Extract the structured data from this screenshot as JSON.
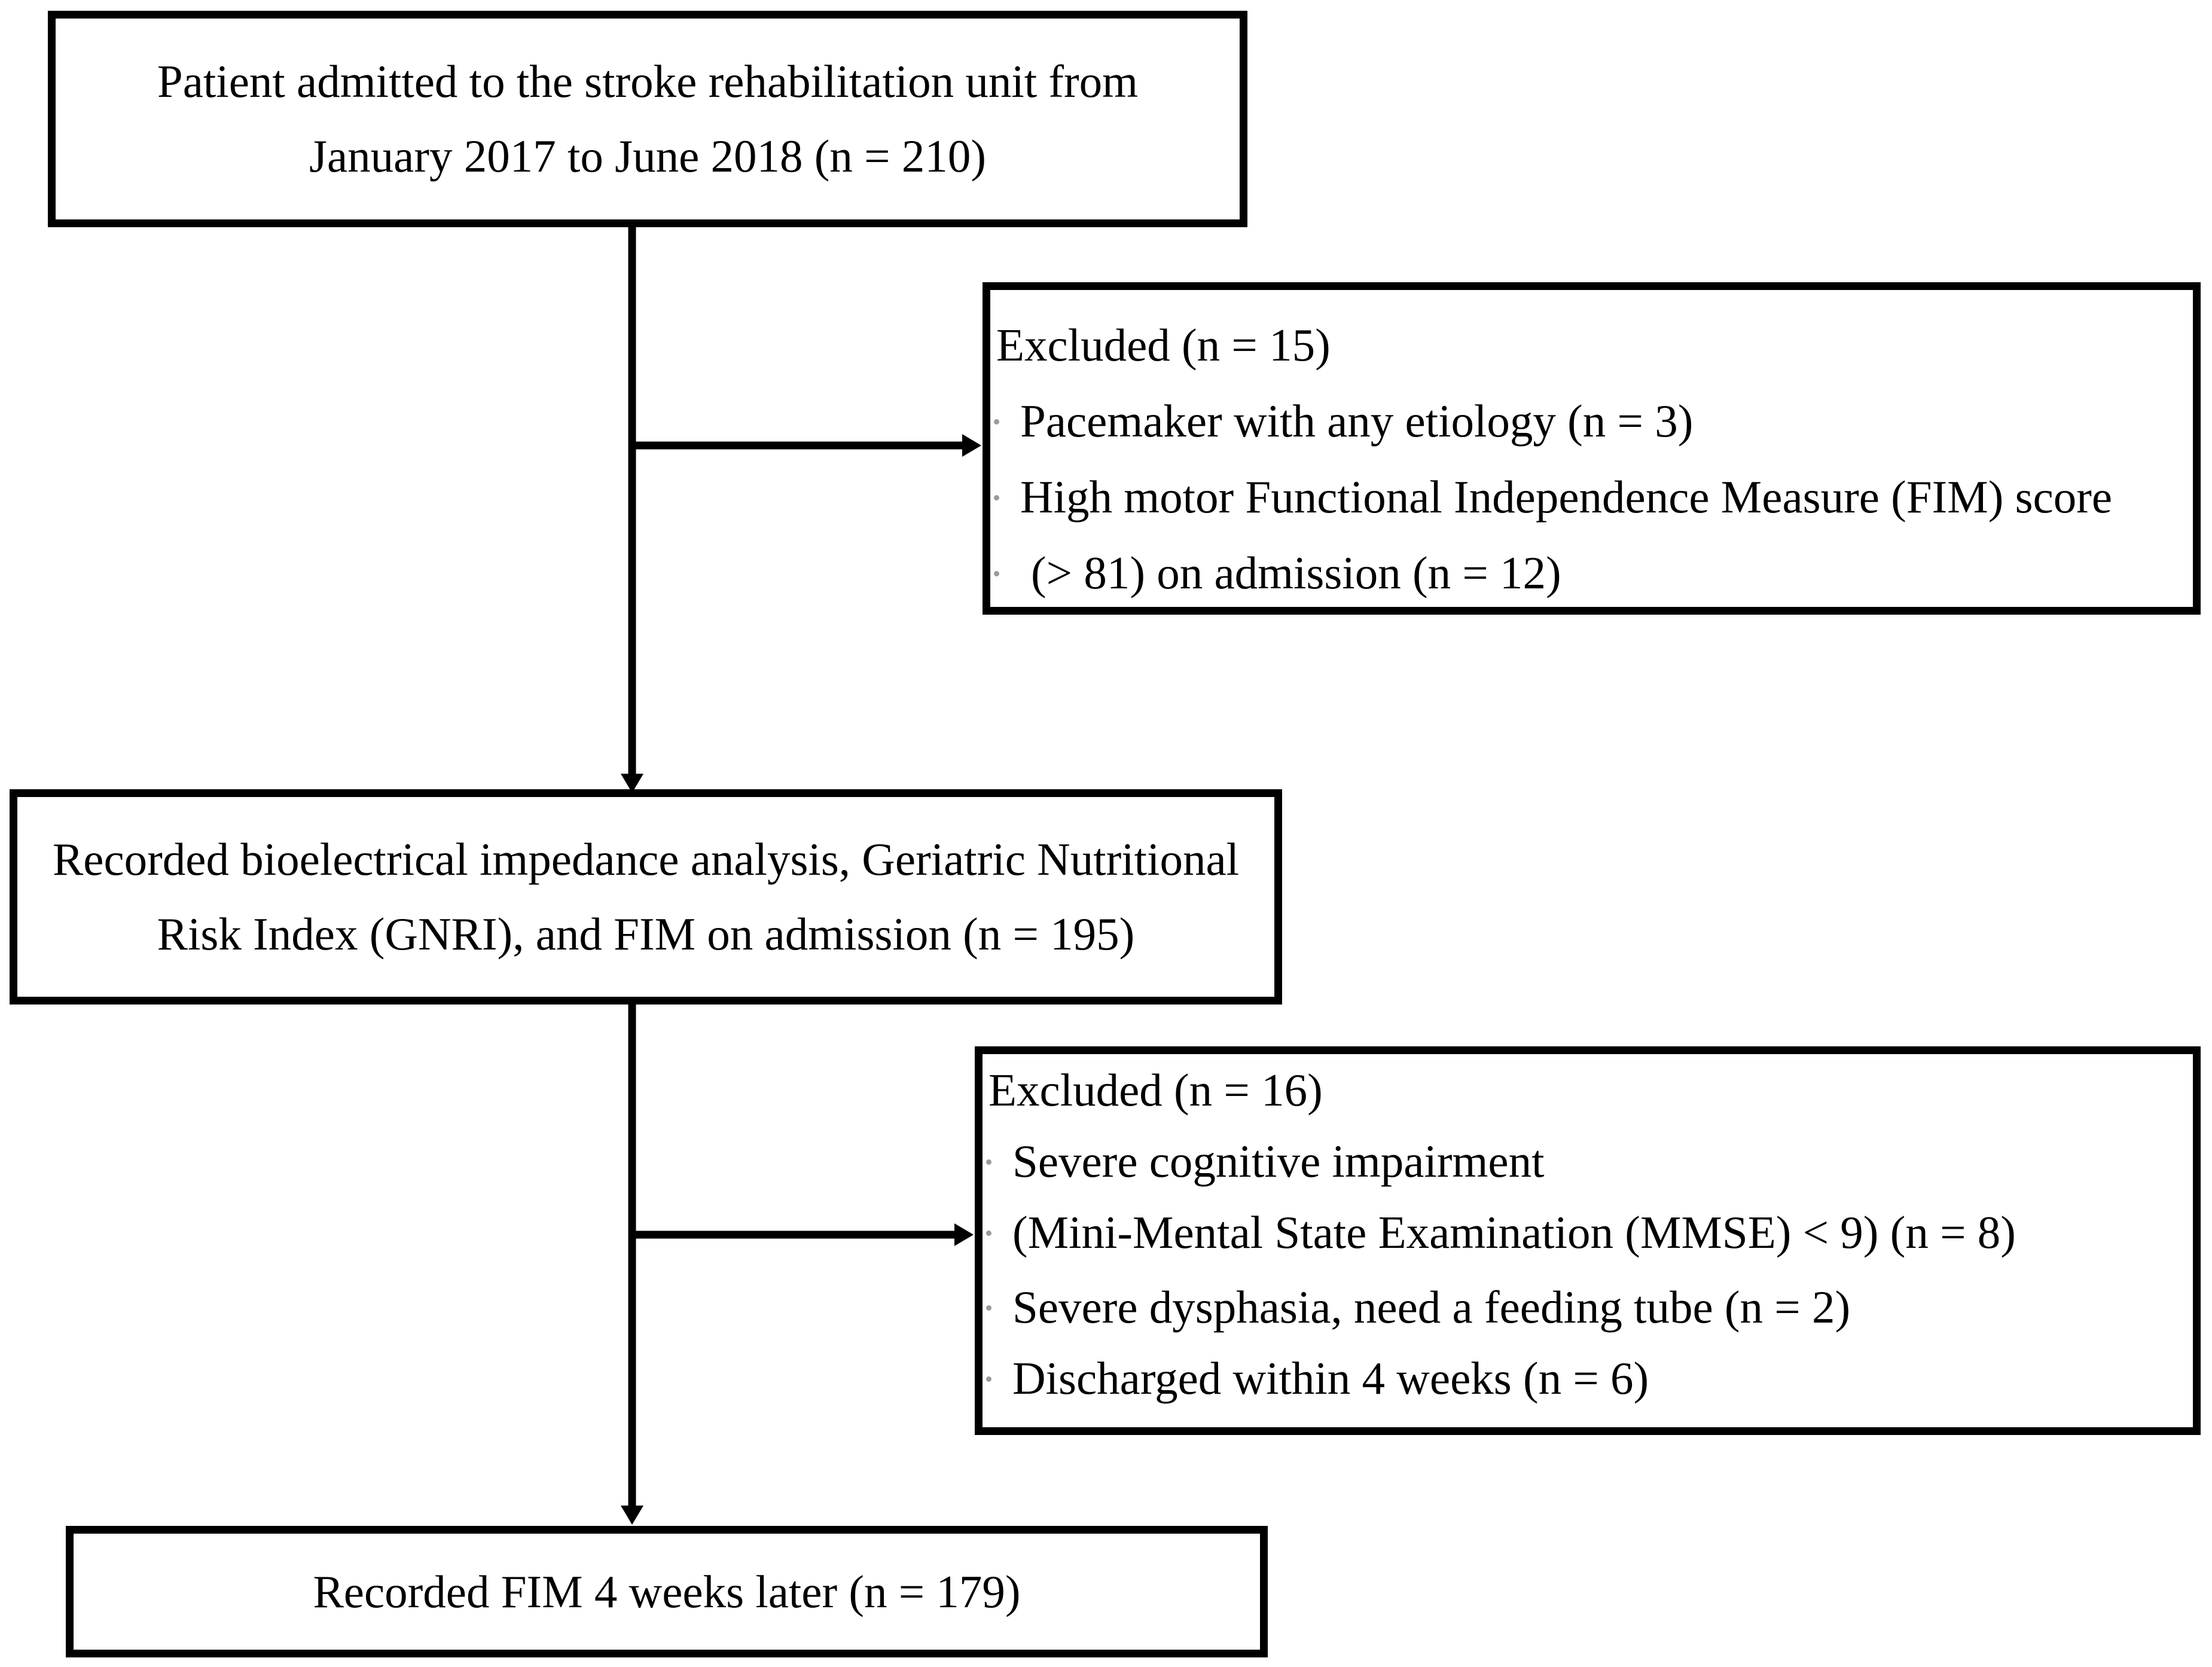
{
  "figure": {
    "background_color": "#ffffff",
    "line_color": "#000000",
    "text_color": "#000000",
    "bullet_color": "#9a9a9a"
  },
  "top_box": {
    "lines": [
      "Patient admitted to the stroke rehabilitation unit from",
      "January 2017 to June 2018 (n = 210)"
    ]
  },
  "exclusion_box_1": {
    "title": "Excluded (n = 15)",
    "items": [
      "Pacemaker with any etiology (n = 3)",
      "High motor Functional Independence Measure (FIM) score",
      "(> 81) on admission (n = 12)"
    ]
  },
  "middle_box": {
    "lines": [
      "Recorded bioelectrical impedance analysis, Geriatric Nutritional",
      "Risk Index (GNRI), and FIM on admission (n = 195)"
    ]
  },
  "exclusion_box_2": {
    "title": "Excluded (n = 16)",
    "items": [
      "Severe cognitive impairment",
      "(Mini-Mental State Examination (MMSE) < 9) (n = 8)",
      "Severe dysphasia, need a feeding tube (n = 2)",
      "Discharged within 4 weeks (n = 6)"
    ]
  },
  "bottom_box": {
    "lines": [
      "Recorded FIM 4 weeks later (n = 179)"
    ]
  }
}
